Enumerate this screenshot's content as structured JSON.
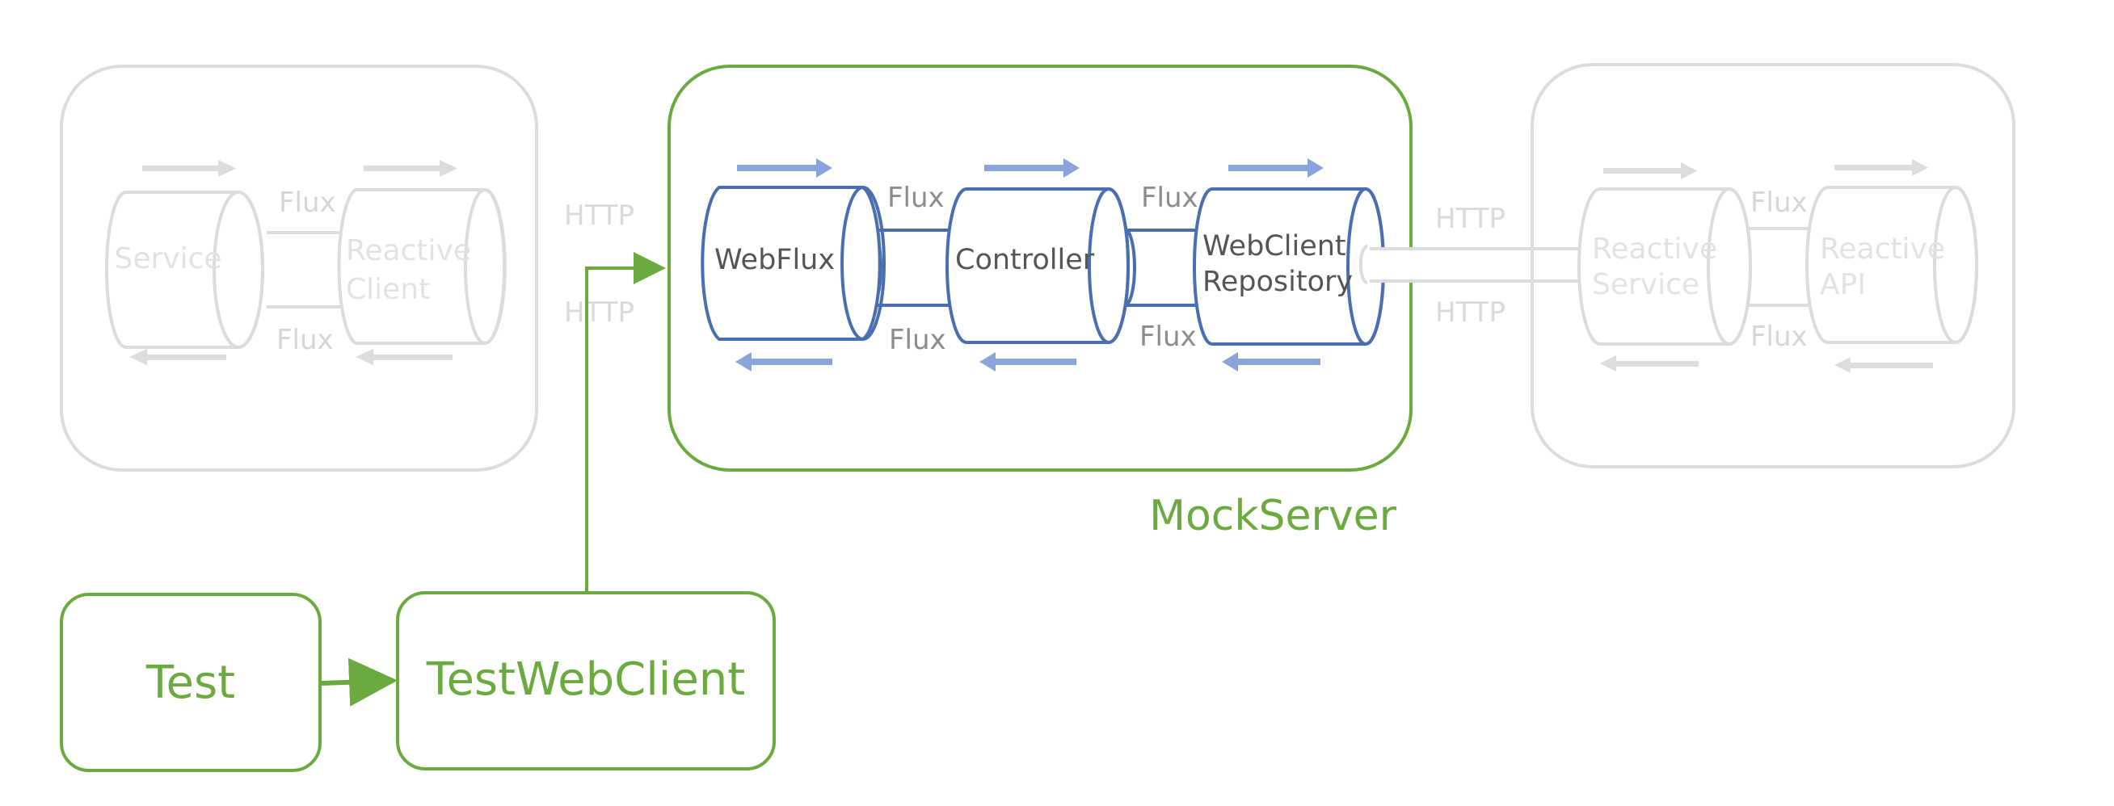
{
  "labels": {
    "flux": "Flux",
    "http": "HTTP"
  },
  "left_service": {
    "service": "Service",
    "reactive_client_line1": "Reactive",
    "reactive_client_line2": "Client"
  },
  "mock_server": {
    "title": "MockServer",
    "webflux": "WebFlux",
    "controller": "Controller",
    "repo_line1": "WebClient",
    "repo_line2": "Repository"
  },
  "right_service": {
    "reactive_service_line1": "Reactive",
    "reactive_service_line2": "Service",
    "reactive_api_line1": "Reactive",
    "reactive_api_line2": "API"
  },
  "bottom": {
    "test": "Test",
    "test_web_client": "TestWebClient"
  },
  "colors": {
    "green": "#6aaa3f",
    "blue": "#4a6fb0",
    "arrow_blue": "#8aa6d8",
    "faded_border": "#d9d9d9",
    "faded_text": "#e2e2e2",
    "label_gray": "#8c8c8c"
  }
}
